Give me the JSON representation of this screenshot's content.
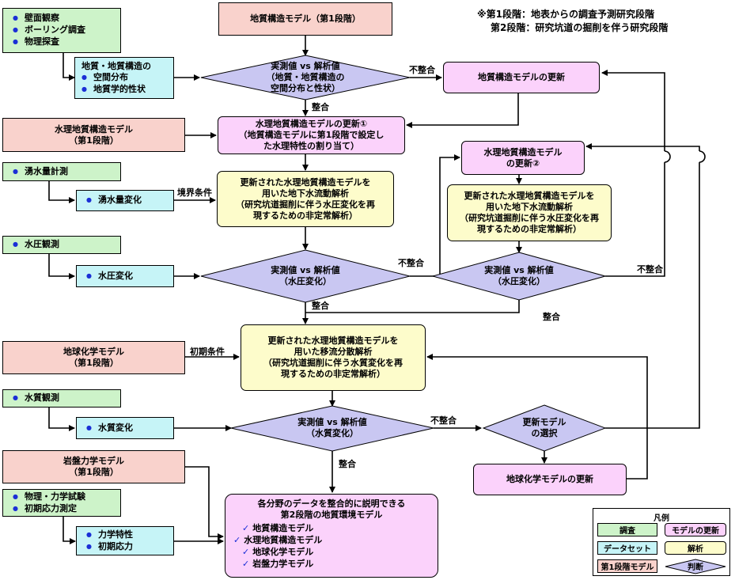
{
  "notes": {
    "line1": "※第1段階：地表からの調査予測研究段階",
    "line2": "第2段階：研究坑道の掘削を伴う研究段階"
  },
  "nodes": {
    "geo_model": "地質構造モデル（第1段階）",
    "survey_items": [
      "壁面観察",
      "ボーリング調査",
      "物理探査"
    ],
    "geo_data": [
      "地質・地質構造の",
      "空間分布",
      "地質学的性状"
    ],
    "d1": [
      "実測値 vs 解析値",
      "（地質・地質構造の",
      "空間分布と性状）"
    ],
    "geo_update": "地質構造モデルの更新",
    "hydro_model": [
      "水理地質構造モデル",
      "（第1段階）"
    ],
    "hydro_update1": [
      "水理地質構造モデルの更新①",
      "（地質構造モデルに第1段階で設定し",
      "た水理特性の割り当て）"
    ],
    "hydro_update2": [
      "水理地質構造モデル",
      "の更新②"
    ],
    "inflow_obs": "湧水量計測",
    "inflow_change": "湧水量変化",
    "analysis1": [
      "更新された水理地質構造モデルを",
      "用いた地下水流動解析",
      "（研究坑道掘削に伴う水圧変化を再",
      "現するための非定常解析）"
    ],
    "analysis2": [
      "更新された水理地質構造モデルを",
      "用いた地下水流動解析",
      "（研究坑道掘削に伴う水圧変化を再",
      "現するための非定常解析）"
    ],
    "pressure_obs": "水圧観測",
    "pressure_change": "水圧変化",
    "d2": [
      "実測値 vs 解析値",
      "（水圧変化）"
    ],
    "d3": [
      "実測値 vs 解析値",
      "（水圧変化）"
    ],
    "analysis3": [
      "更新された水理地質構造モデルを",
      "用いた移流分散解析",
      "（研究坑道掘削に伴う水質変化を再",
      "現するための非定常解析）"
    ],
    "geochem_model": [
      "地球化学モデル",
      "（第1段階）"
    ],
    "quality_obs": "水質観測",
    "quality_change": "水質変化",
    "d4": [
      "実測値 vs 解析値",
      "（水質変化）"
    ],
    "d5": [
      "更新モデル",
      "の選択"
    ],
    "geochem_update": "地球化学モデルの更新",
    "rock_model": [
      "岩盤力学モデル",
      "（第1段階）"
    ],
    "rock_tests": [
      "物理・力学試験",
      "初期応力測定"
    ],
    "rock_data": [
      "力学特性",
      "初期応力"
    ],
    "final_title": [
      "各分野のデータを整合的に説明できる",
      "第2段階の地質環境モデル"
    ],
    "final_items": [
      "地質構造モデル",
      "水理地質構造モデル",
      "地球化学モデル",
      "岩盤力学モデル"
    ]
  },
  "edge_labels": {
    "mismatch": "不整合",
    "match": "整合",
    "boundary": "境界条件",
    "initial": "初期条件"
  },
  "legend": {
    "title": "凡例",
    "survey": "調査",
    "model_update": "モデルの更新",
    "dataset": "データセット",
    "analysis": "解析",
    "stage1_model": "第1段階モデル",
    "decision": "判断"
  },
  "colors": {
    "stage1_model": "#f9d2cc",
    "survey": "#cdf3c9",
    "dataset": "#c6f4f7",
    "analysis": "#fdfccb",
    "model_update": "#fbd2fb",
    "decision": "#c9c7f2",
    "bullet": "#1b2fd6"
  }
}
